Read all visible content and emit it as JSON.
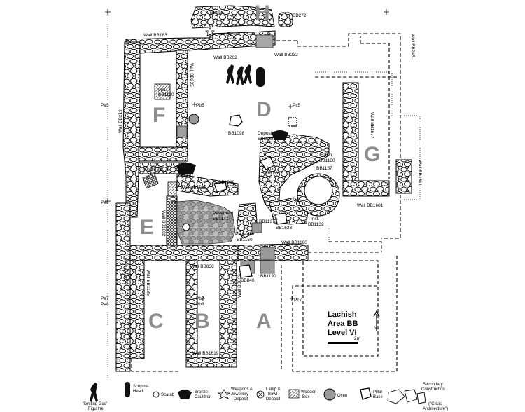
{
  "areas": [
    "H",
    "D",
    "F",
    "G",
    "E",
    "C",
    "B",
    "A"
  ],
  "walls": {
    "bb183": "Wall BB183",
    "bb259": "BB259",
    "bb272": "BB272",
    "bb262": "Wall BB262",
    "bb232": "Wall BB232",
    "bb245": "Wall BB245",
    "bb219": "Wall BB219",
    "bb235": "Wall BB235",
    "bb1577": "Wall BB1577",
    "bb1611": "Wall BB1611",
    "bb1601": "Wall BB1601",
    "bb1070": "Wall BB1070",
    "bb1665": "Wall BB1665",
    "bb1082": "Wall BB1082",
    "bb1160": "Wall BB1160",
    "bb1170": "BB1170",
    "bb838": "Wall BB838",
    "bb1140": "Wall BB1140",
    "bb1135": "Wall BB1135",
    "bb839": "Wall BB839",
    "bb1619": "Wall BB1619"
  },
  "features": {
    "inst1120": [
      "Inst.",
      "BB1120"
    ],
    "pb5": "Pb5",
    "pc5": "Pc5",
    "bb1098": "BB1098",
    "deposit1188": [
      "Deposit",
      "BB1188"
    ],
    "deposit1191": [
      "Deposit",
      "BB1191"
    ],
    "basin1180": [
      "Basin",
      "BB1180"
    ],
    "inst1067": [
      "Inst.",
      "BB1067"
    ],
    "bb1157": "BB1157",
    "bb1089": "BB1089",
    "pavement1141": [
      "Pavement",
      "BB1141"
    ],
    "bb1137": "BB1137",
    "bb1623": "BB1623",
    "inst1132": [
      "Inst.",
      "BB1132"
    ],
    "pavement1150": [
      "Pavement",
      "BB1150"
    ],
    "bb840": "BB840",
    "bb1190": "BB1190",
    "pa5": "Pa5",
    "pa6": "Pa6",
    "pa7": "Pa7",
    "pa8": "Pa8",
    "pb7": "Pb7",
    "pb8": "Pb8",
    "pc7": "Pc7"
  },
  "title": [
    "Lachish",
    "Area BB",
    "Level VI"
  ],
  "scale_label": "2m",
  "north_label": "N",
  "legend": {
    "figurine": [
      "'Smiting God'",
      "Figurine"
    ],
    "sceptre": [
      "Sceptre-",
      "Head"
    ],
    "scarab": "Scarab",
    "cauldron": [
      "Bronze",
      "Cauldron"
    ],
    "weapons": [
      "Weapons &",
      "Jewellery",
      "Deposit"
    ],
    "lamp": [
      "Lamp &",
      "Bowl",
      "Deposit"
    ],
    "box": [
      "Wooden",
      "Box"
    ],
    "oven": "Oven",
    "pillar": [
      "Pillar",
      "Base"
    ],
    "secondary": [
      "Secondary",
      "Construction",
      "(\"Crisis",
      "Architecture\")"
    ]
  }
}
